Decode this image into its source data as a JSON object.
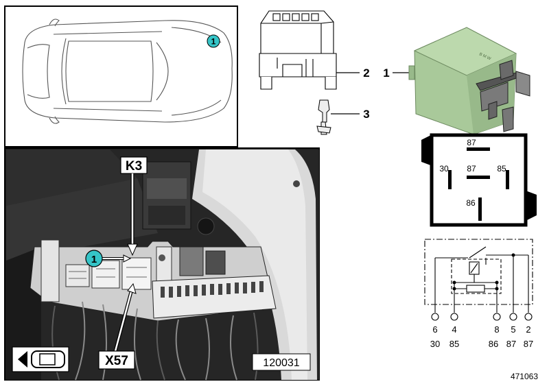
{
  "diagram": {
    "location_marker": "1",
    "photo": {
      "label_relay": "K3",
      "label_connector": "X57",
      "marker": "1",
      "photo_id": "120031"
    },
    "callouts": {
      "relay": "1",
      "socket": "2",
      "terminal": "3"
    },
    "pinout_labels": {
      "top": "87",
      "left": "30",
      "center": "87",
      "right": "85",
      "bottom": "86"
    },
    "schematic": {
      "pin_numbers": [
        "6",
        "4",
        "8",
        "5",
        "2"
      ],
      "terminal_numbers": [
        "30",
        "85",
        "86",
        "87",
        "87"
      ]
    },
    "part_number": "471063",
    "colors": {
      "relay_body": "#a9c99a",
      "marker_fill": "#35c4c7"
    }
  }
}
